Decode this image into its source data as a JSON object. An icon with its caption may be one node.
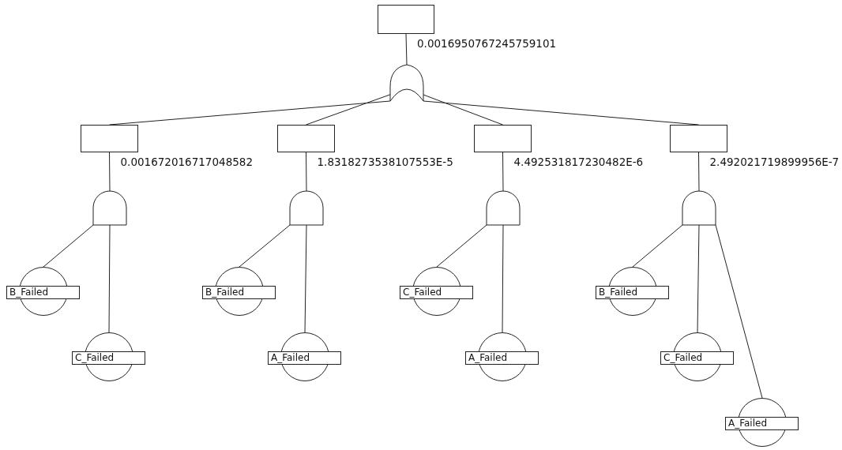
{
  "diagram": {
    "nodes": [
      {
        "text": [],
        "shape": "box",
        "beside": [
          "0.0016950767245759101"
        ]
      },
      {
        "text": [],
        "shape": "or-gate"
      },
      {
        "text": [],
        "shape": "box",
        "beside": [
          "0.001672016717048582"
        ]
      },
      {
        "text": [],
        "shape": "and-gate"
      },
      {
        "text": [
          "B_Failed"
        ]
      },
      {
        "text": [
          "C_Failed"
        ]
      },
      {
        "text": [],
        "shape": "box",
        "beside": [
          "1.8318273538107553E-5"
        ]
      },
      {
        "text": [],
        "shape": "and-gate"
      },
      {
        "text": [
          "B_Failed"
        ]
      },
      {
        "text": [
          "A_Failed"
        ]
      },
      {
        "text": [],
        "shape": "box",
        "beside": [
          "4.492531817230482E-6"
        ]
      },
      {
        "text": [],
        "shape": "and-gate"
      },
      {
        "text": [
          "C_Failed"
        ]
      },
      {
        "text": [
          "A_Failed"
        ]
      },
      {
        "text": [],
        "shape": "box",
        "beside": [
          "2.492021719899956E-7"
        ]
      },
      {
        "text": [],
        "shape": "and-gate"
      },
      {
        "text": [
          "B_Failed"
        ]
      },
      {
        "text": [
          "C_Failed"
        ]
      },
      {
        "text": [
          "A_Failed"
        ]
      }
    ],
    "edges": [
      {
        "from": 0,
        "to": 1,
        "arrow": "none"
      },
      {
        "from": 1,
        "to": 2,
        "arrow": "none"
      },
      {
        "from": 1,
        "to": 6,
        "arrow": "none"
      },
      {
        "from": 1,
        "to": 10,
        "arrow": "none"
      },
      {
        "from": 1,
        "to": 14,
        "arrow": "none"
      },
      {
        "from": 2,
        "to": 3,
        "arrow": "none"
      },
      {
        "from": 3,
        "to": 4,
        "arrow": "none"
      },
      {
        "from": 3,
        "to": 5,
        "arrow": "none"
      },
      {
        "from": 6,
        "to": 7,
        "arrow": "none"
      },
      {
        "from": 7,
        "to": 8,
        "arrow": "none"
      },
      {
        "from": 7,
        "to": 9,
        "arrow": "none"
      },
      {
        "from": 10,
        "to": 11,
        "arrow": "none"
      },
      {
        "from": 11,
        "to": 12,
        "arrow": "none"
      },
      {
        "from": 11,
        "to": 13,
        "arrow": "none"
      },
      {
        "from": 14,
        "to": 15,
        "arrow": "none"
      },
      {
        "from": 15,
        "to": 16,
        "arrow": "none"
      },
      {
        "from": 15,
        "to": 17,
        "arrow": "none"
      },
      {
        "from": 15,
        "to": 18,
        "arrow": "none"
      }
    ]
  }
}
